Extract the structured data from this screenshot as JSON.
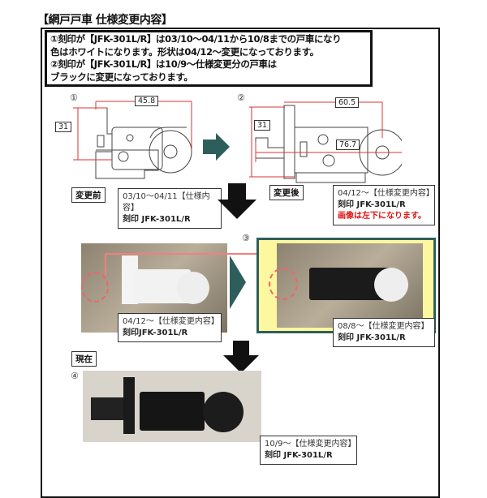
{
  "title": "【網戸戸車 仕様変更内容】",
  "notice": {
    "line1": "①刻印が【JFK-301L/R】は03/10〜04/11から10/8までの戸車になり",
    "line2": "色はホワイトになります。形状は04/12〜変更になっております。",
    "line3": "②刻印が【JFK-301L/R】は10/9〜仕様変更分の戸車は",
    "line4": "ブラックに変更になっております。"
  },
  "diagram1": {
    "number": "①",
    "width_dim": "45.8",
    "height_dim": "31"
  },
  "diagram2": {
    "number": "②",
    "width_dim": "60.5",
    "height_dim": "31",
    "inner_dim": "76.7"
  },
  "labels": {
    "before": "変更前",
    "after": "変更後",
    "current": "現在"
  },
  "captions": {
    "before": {
      "line1": "03/10〜04/11【仕様内容】",
      "line2": "刻印 JFK-301L/R"
    },
    "after": {
      "line1": "04/12〜【仕様変更内容】",
      "line2": "刻印 JFK-301L/R",
      "note": "画像は左下になります。"
    },
    "photo1": {
      "line1": "04/12〜【仕様変更内容】",
      "line2": "刻印JFK-301L/R"
    },
    "photo3": {
      "number": "③",
      "line1": "08/8〜【仕様変更内容】",
      "line2": "刻印 JFK-301L/R"
    },
    "photo4": {
      "number": "④",
      "line1": "10/9〜【仕様変更内容】",
      "line2": "刻印 JFK-301L/R"
    }
  },
  "colors": {
    "teal_arrow": "#2e5e5c",
    "highlight": "#fdf7a0",
    "red": "#e01010"
  }
}
